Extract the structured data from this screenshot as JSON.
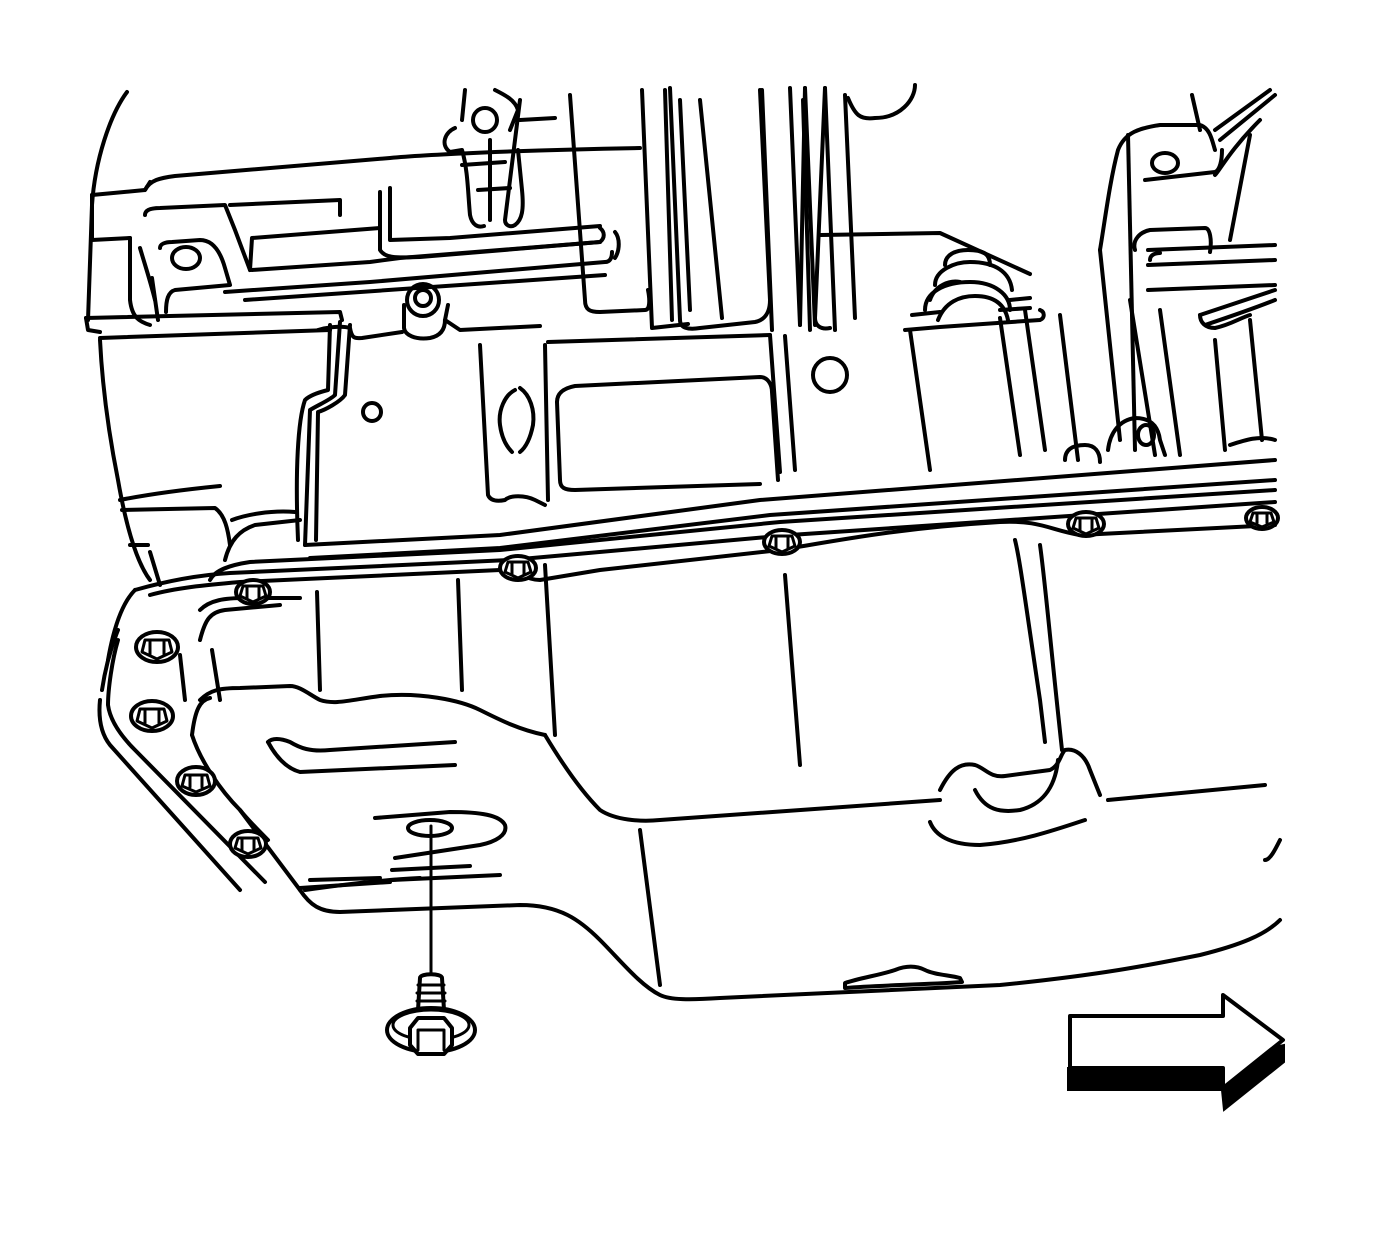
{
  "figure": {
    "description": "Oil pan underside view with drain plug bolt removed and direction arrow",
    "background": "#ffffff",
    "line_color": "#000000",
    "components": [
      {
        "id": "engine-block",
        "label": "Engine block / transmission housing (upper)"
      },
      {
        "id": "oil-pan",
        "label": "Oil pan"
      },
      {
        "id": "pan-flange-bolts",
        "label": "Oil pan flange bolts",
        "count": 10
      },
      {
        "id": "drain-plug",
        "label": "Oil pan drain plug bolt"
      },
      {
        "id": "drain-hole",
        "label": "Drain hole"
      },
      {
        "id": "direction-arrow",
        "label": "Vehicle front direction arrow",
        "direction": "right"
      }
    ]
  }
}
